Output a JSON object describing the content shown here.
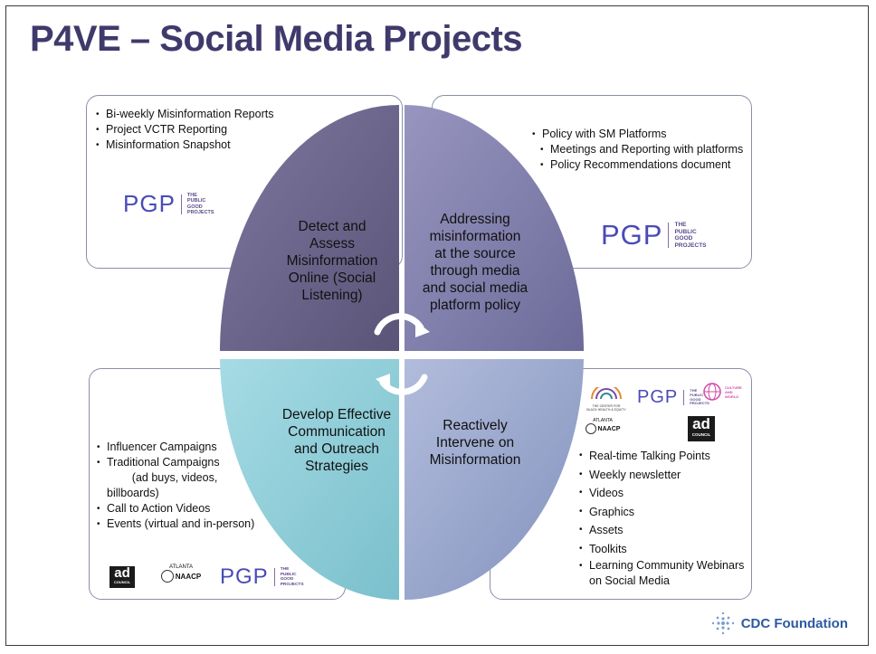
{
  "slide": {
    "title": "P4VE – Social Media Projects"
  },
  "quadrants": {
    "top_left": "Detect and\nAssess\nMisinformation\nOnline (Social\nListening)",
    "top_right": "Addressing\nmisinformation\nat the source\nthrough media\nand social media\nplatform policy",
    "bottom_left": "Develop Effective\nCommunication\nand Outreach\nStrategies",
    "bottom_right": "Reactively\nIntervene on\nMisinformation"
  },
  "cards": {
    "top_left": {
      "items": [
        "Bi-weekly Misinformation Reports",
        "Project VCTR Reporting",
        "Misinformation Snapshot"
      ]
    },
    "top_right": {
      "items": [
        "Policy with SM Platforms"
      ],
      "subitems": [
        "Meetings and Reporting with platforms",
        "Policy Recommendations document"
      ]
    },
    "bottom_left": {
      "items": [
        "Influencer Campaigns",
        "Traditional Campaigns\n        (ad buys, videos, billboards)",
        "Call to Action Videos",
        "Events (virtual and in-person)"
      ]
    },
    "bottom_right": {
      "items": [
        "Real-time Talking Points",
        "Weekly newsletter",
        "Videos",
        "Graphics",
        "Assets",
        "Toolkits",
        "Learning Community Webinars on Social Media"
      ]
    }
  },
  "logos": {
    "pgp_letters": "PGP",
    "pgp_words": [
      "THE",
      "PUBLIC",
      "GOOD",
      "PROJECTS"
    ],
    "ad_council": [
      "ad",
      "COUNCIL"
    ],
    "naacp": [
      "ATLANTA",
      "NAACP"
    ],
    "center_black_health": [
      "THE CENTER FOR",
      "BLACK HEALTH & EQUITY"
    ],
    "culture_world": [
      "CULTURE",
      "AND",
      "WORLD"
    ],
    "cdc_foundation": "CDC Foundation"
  },
  "colors": {
    "title": "#3f3a6b",
    "quad_top_left": "#6c6688",
    "quad_top_right": "#7e7ca6",
    "quad_bottom_left": "#8ccad6",
    "quad_bottom_right": "#98a6cb",
    "pgp": "#4a4ab8",
    "cdc": "#2c5aa0"
  }
}
